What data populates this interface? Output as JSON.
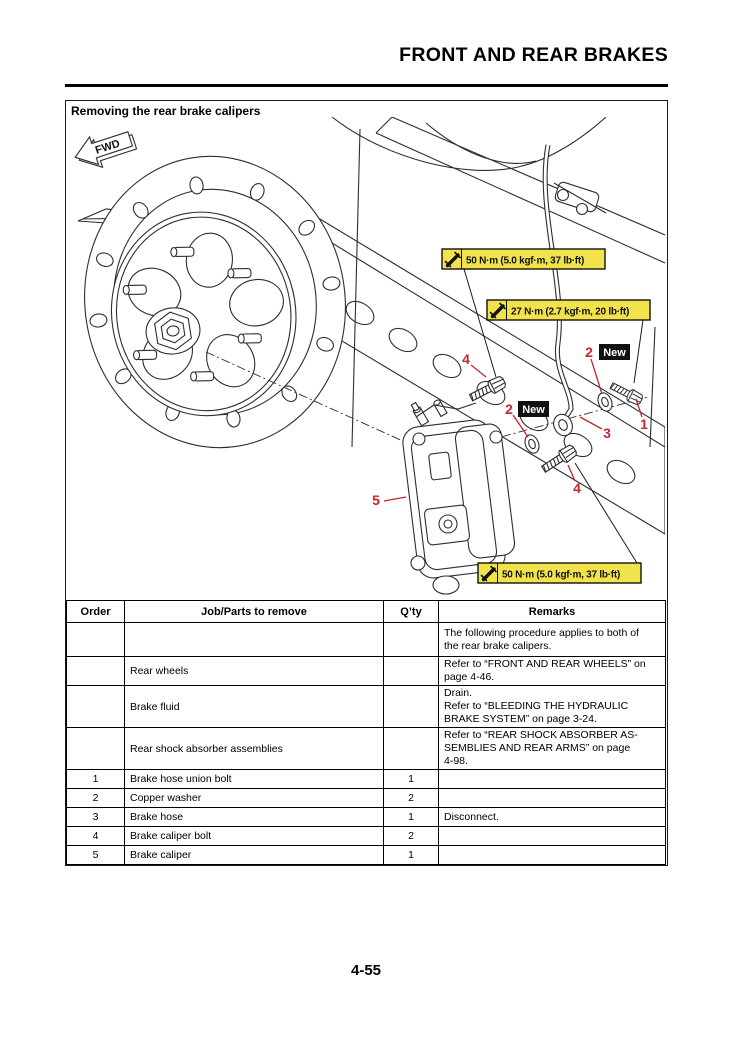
{
  "page": {
    "header_title": "FRONT AND REAR BRAKES",
    "page_number": "4-55"
  },
  "colors": {
    "torque-bg": "#f3e34a",
    "callout": "#c1272d",
    "newbg": "#111111",
    "line": "#2e2e2e"
  },
  "figure": {
    "title": "Removing the rear brake calipers",
    "fwd_arrow_label": "FWD",
    "new_tag_label": "New",
    "torque_labels": [
      "50 N·m (5.0 kgf·m, 37 lb·ft)",
      "27 N·m (2.7 kgf·m, 20 lb·ft)",
      "50 N·m (5.0 kgf·m, 37 lb·ft)"
    ],
    "callouts": [
      "1",
      "2",
      "2",
      "3",
      "4",
      "4",
      "5"
    ]
  },
  "table": {
    "headers": [
      "Order",
      "Job/Parts to remove",
      "Q’ty",
      "Remarks"
    ],
    "rows": [
      {
        "order": "",
        "job": "",
        "qty": "",
        "remarks": "The following procedure applies to both of\nthe rear brake calipers."
      },
      {
        "order": "",
        "job": "Rear wheels",
        "qty": "",
        "remarks": "Refer to “FRONT AND REAR WHEELS” on\npage 4-46."
      },
      {
        "order": "",
        "job": "Brake fluid",
        "qty": "",
        "remarks": "Drain.\nRefer to “BLEEDING THE HYDRAULIC\nBRAKE SYSTEM” on page 3-24."
      },
      {
        "order": "",
        "job": "Rear shock absorber assemblies",
        "qty": "",
        "remarks": "Refer to “REAR SHOCK ABSORBER AS-\nSEMBLIES AND REAR ARMS” on page\n4-98."
      },
      {
        "order": "1",
        "job": "Brake hose union bolt",
        "qty": "1",
        "remarks": ""
      },
      {
        "order": "2",
        "job": "Copper washer",
        "qty": "2",
        "remarks": ""
      },
      {
        "order": "3",
        "job": "Brake hose",
        "qty": "1",
        "remarks": "Disconnect."
      },
      {
        "order": "4",
        "job": "Brake caliper bolt",
        "qty": "2",
        "remarks": ""
      },
      {
        "order": "5",
        "job": "Brake caliper",
        "qty": "1",
        "remarks": ""
      }
    ]
  }
}
